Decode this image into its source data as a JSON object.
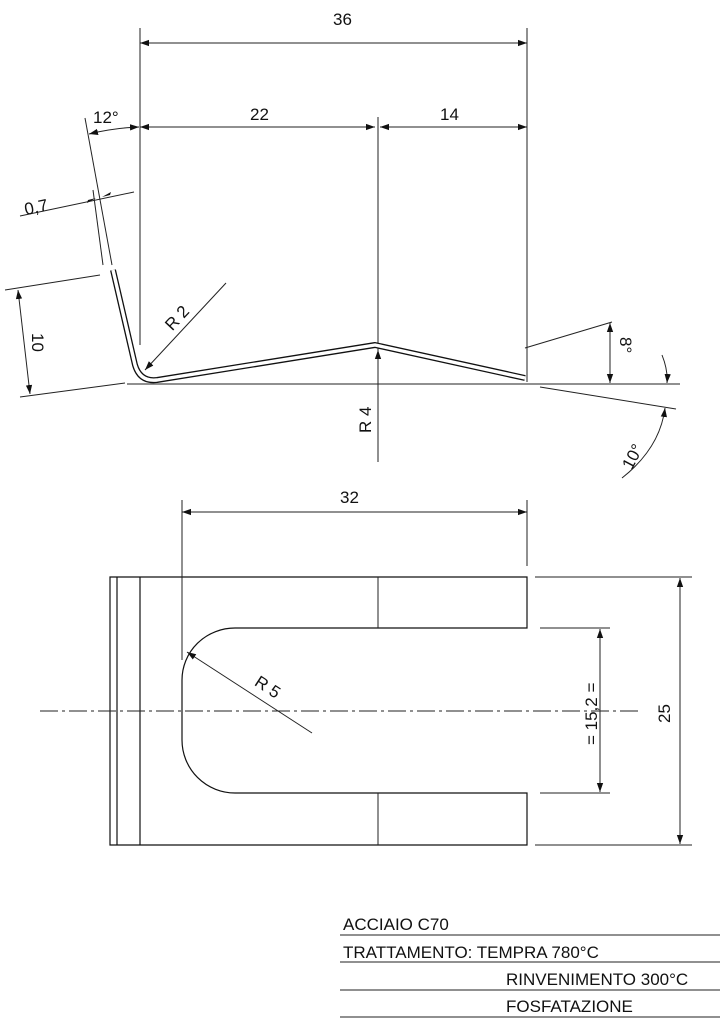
{
  "side_view": {
    "dims": {
      "overall_length": "36",
      "length_left": "22",
      "length_right": "14",
      "leg_angle": "12°",
      "thickness": "0,7",
      "leg_height": "10",
      "bend_radius_small": "R 2",
      "bend_radius_large": "R 4",
      "right_angle": "8°",
      "rise_angle": "10°"
    }
  },
  "plan_view": {
    "dims": {
      "slot_length": "32",
      "slot_radius": "R 5",
      "slot_width": "= 15,2 =",
      "width": "25"
    }
  },
  "title_block": {
    "material": "ACCIAIO C70",
    "treatment": "TRATTAMENTO: TEMPRA 780°C",
    "tempering": "RINVENIMENTO 300°C",
    "finish": "FOSFATAZIONE"
  }
}
